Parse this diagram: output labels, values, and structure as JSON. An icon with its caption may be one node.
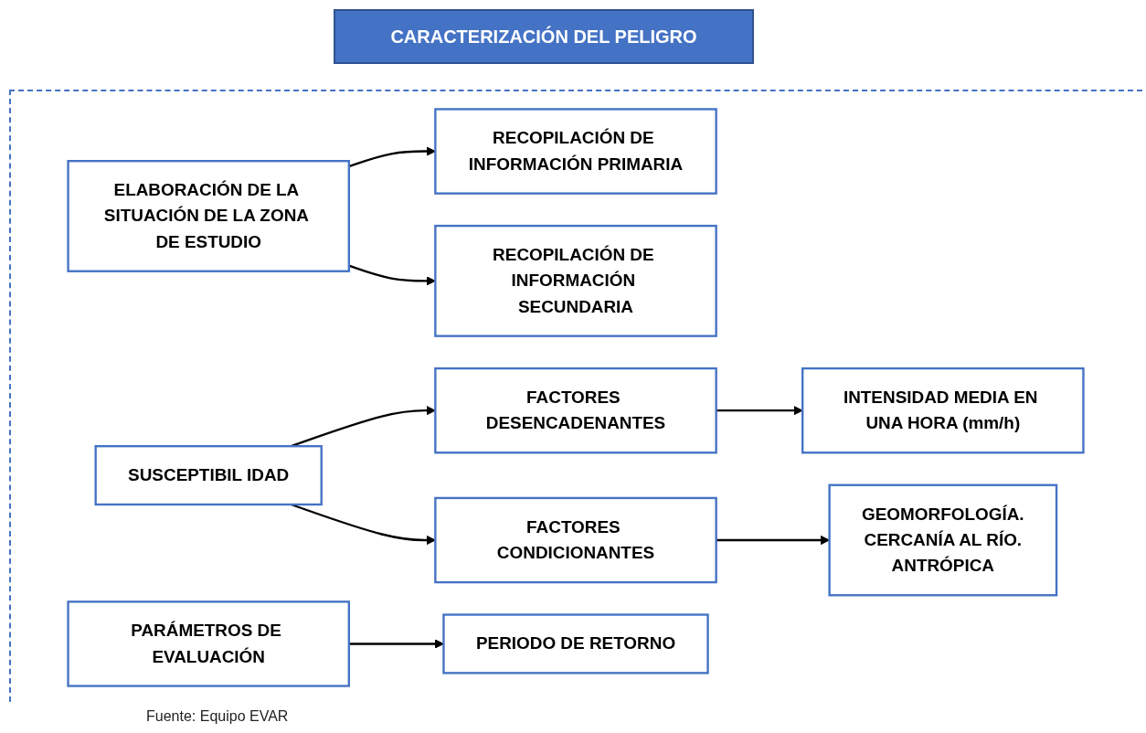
{
  "diagram": {
    "title": "CARACTERIZACIÓN DEL PELIGRO",
    "caption": "Fuente: Equipo EVAR",
    "nodes": [
      {
        "text": [
          "ELABORACIÓN DE LA SITUACIÓN DE LA ZONA DE ESTUDIO"
        ]
      },
      {
        "text": [
          "RECOPILACIÓN DE INFORMACIÓN PRIMARIA"
        ]
      },
      {
        "text": [
          "RECOPILACIÓN DE INFORMACIÓN SECUNDARIA"
        ]
      },
      {
        "text": [
          "SUSCEPTIBIL IDAD"
        ]
      },
      {
        "text": [
          "FACTORES DESENCADENANTES"
        ]
      },
      {
        "text": [
          "INTENSIDAD MEDIA EN UNA HORA (mm/h)"
        ]
      },
      {
        "text": [
          "FACTORES CONDICIONANTES"
        ]
      },
      {
        "text": [
          "GEOMORFOLOGÍA.",
          "CERCANÍA AL RÍO.",
          "ANTRÓPICA"
        ]
      },
      {
        "text": [
          "PARÁMETROS DE EVALUACIÓN"
        ]
      },
      {
        "text": [
          "PERIODO DE RETORNO"
        ]
      }
    ],
    "edges": [
      {
        "from": 0,
        "to": 1,
        "arrow": "to"
      },
      {
        "from": 0,
        "to": 2,
        "arrow": "to"
      },
      {
        "from": 3,
        "to": 4,
        "arrow": "to"
      },
      {
        "from": 4,
        "to": 5,
        "arrow": "to"
      },
      {
        "from": 3,
        "to": 6,
        "arrow": "to"
      },
      {
        "from": 6,
        "to": 7,
        "arrow": "to"
      },
      {
        "from": 8,
        "to": 9,
        "arrow": "to"
      }
    ]
  }
}
